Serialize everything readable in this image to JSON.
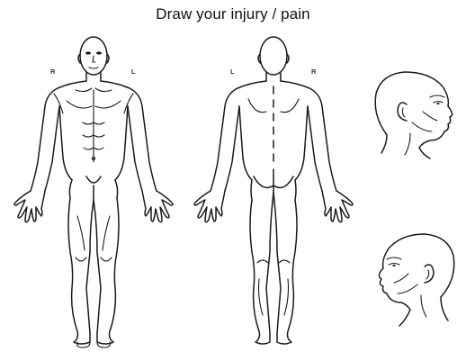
{
  "title": "Draw your injury / pain",
  "figures": {
    "front": {
      "label_left": "R",
      "label_right": "L"
    },
    "back": {
      "label_left": "L",
      "label_right": "R"
    }
  },
  "colors": {
    "background": "#ffffff",
    "line": "#1a1a1a",
    "text": "#111111"
  }
}
